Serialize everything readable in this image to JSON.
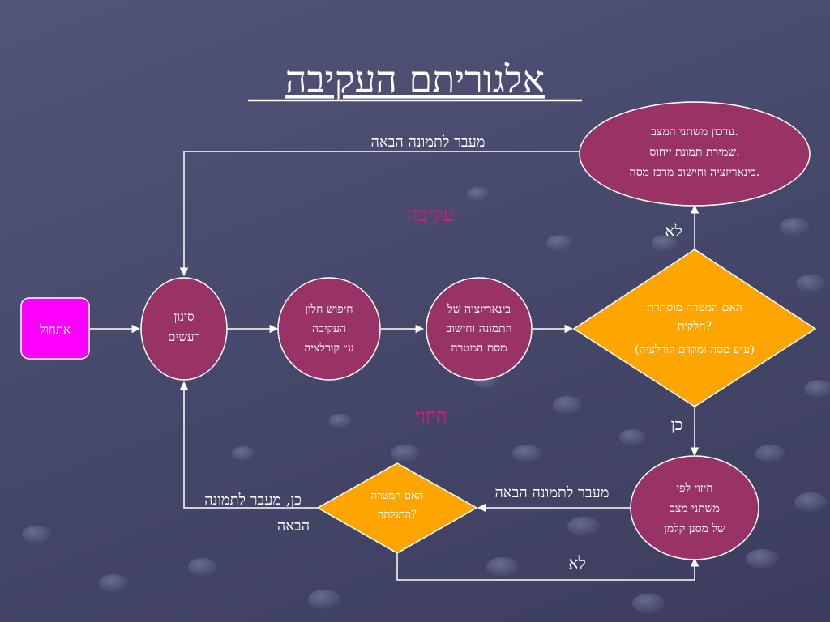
{
  "title": "אלגוריתם העקיבה",
  "colors": {
    "background": "#4b4d70",
    "circle_fill": "#993366",
    "diamond_fill": "#ffa500",
    "start_fill": "#ff00ff",
    "line": "#ffffff",
    "section_label": "#e0187a"
  },
  "nodes": {
    "start": "אתחול",
    "filter": [
      "סינון",
      "רעשים"
    ],
    "search": [
      "חיפוש חלון",
      "העקיבה",
      "ע״ קורלציה"
    ],
    "binarize": [
      "בינאריזציה של",
      "התמונה וחישוב",
      "מסת המטרה"
    ],
    "occluded": [
      "האם המטרה מוסתרת",
      "חלקית?",
      "(ע״פ מסה ומקדם קורלציה)"
    ],
    "update": [
      "עדכון משתני המצב.",
      "שמירת תמונת ייחוס.",
      "בינאריזציה וחישוב מרכז מסה."
    ],
    "predict": [
      "חיזוי לפי",
      "משתני מצב",
      "של מסנן קלמן"
    ],
    "found": [
      "האם המטרה",
      "התגלתה?"
    ]
  },
  "labels": {
    "next_frame_top": "מעבר לתמונה הבאה",
    "next_frame_bottom": "מעבר לתמונה הבאה",
    "no_top": "לא",
    "yes_mid": "כן",
    "no_bottom": "לא",
    "yes_next": [
      "כן, מעבר לתמונה",
      "הבאה"
    ]
  },
  "sections": {
    "tracking": "עקיבה",
    "prediction": "חיזוי"
  }
}
